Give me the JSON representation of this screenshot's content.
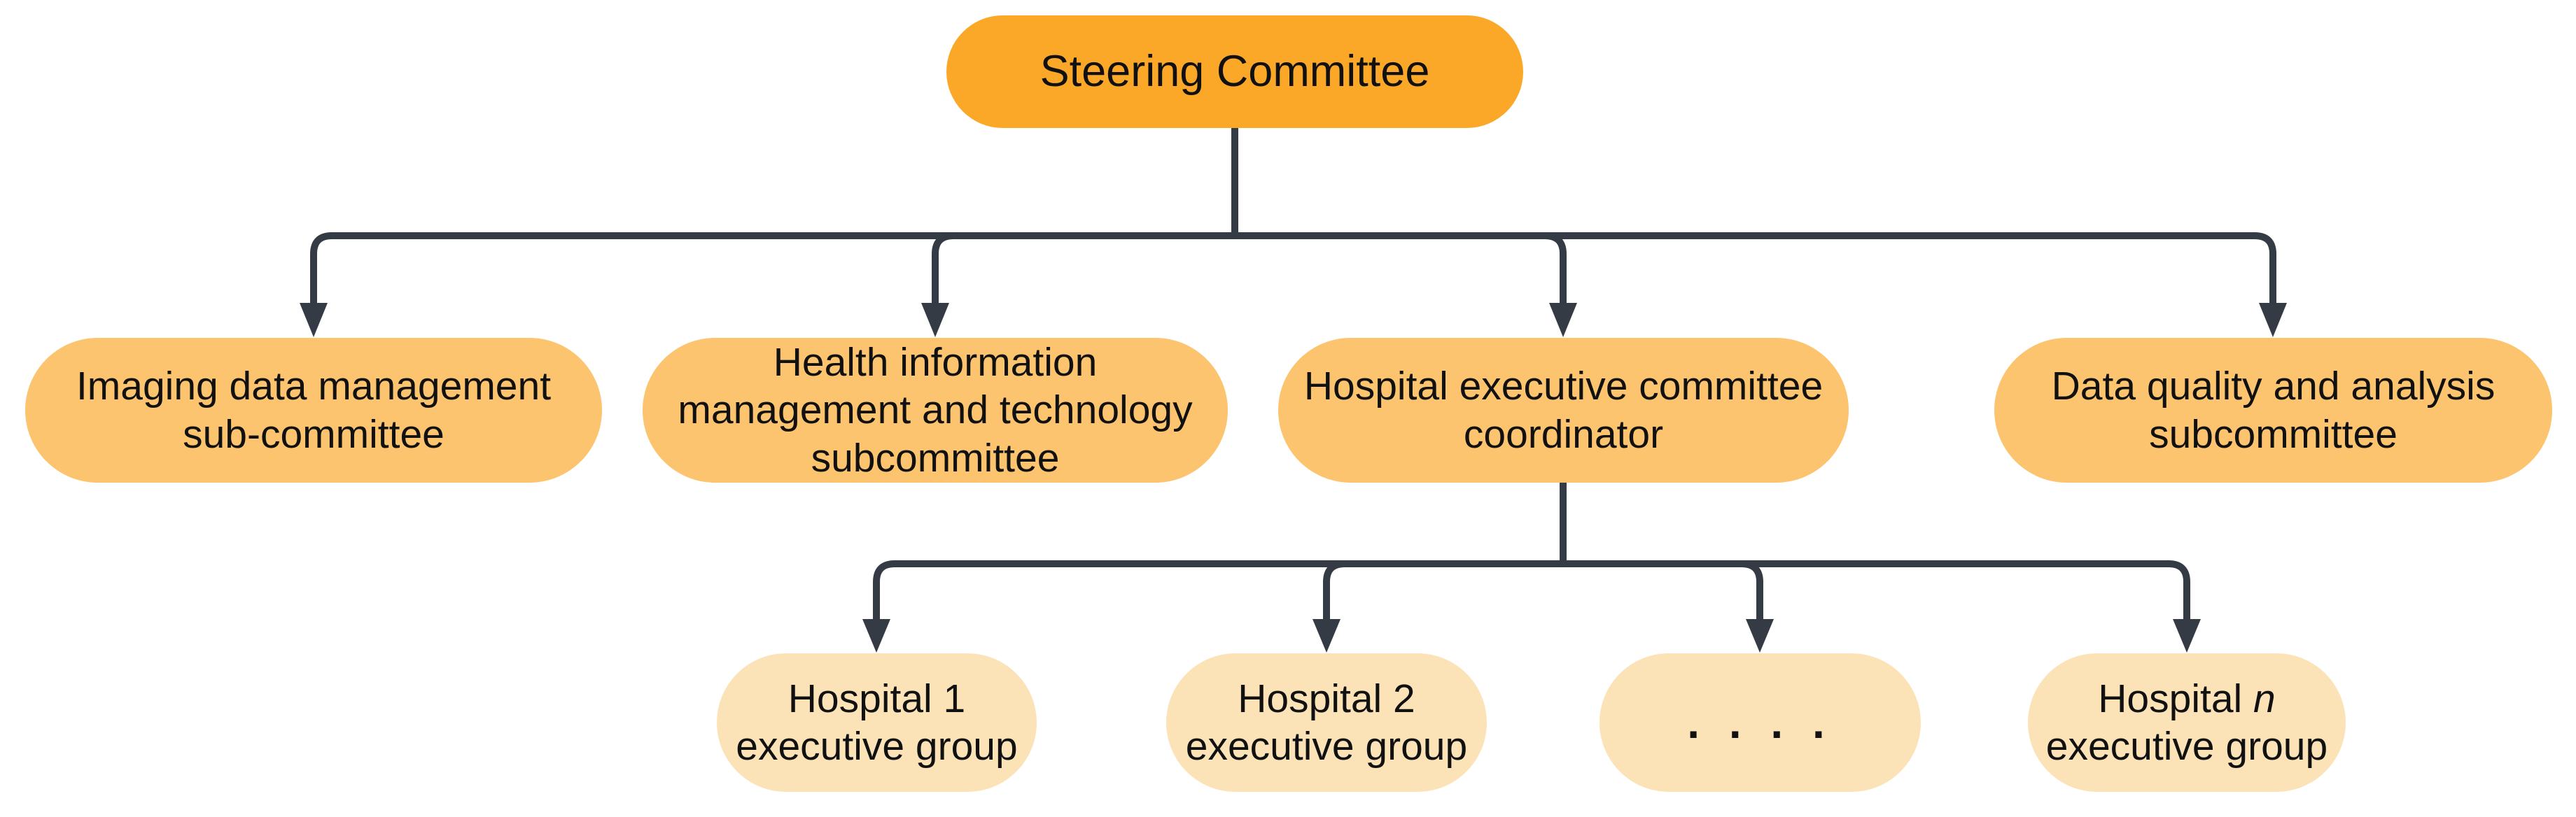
{
  "colors": {
    "level1": "#FBA828",
    "level2": "#FCC46E",
    "level3": "#FCE3B7",
    "line": "#353B44",
    "text": "#111111",
    "background": "#FFFFFF"
  },
  "nodes": {
    "steering": {
      "lines": [
        "Steering Committee"
      ]
    },
    "imaging": {
      "lines": [
        "Imaging data management",
        "sub-committee"
      ]
    },
    "health": {
      "lines": [
        "Health information",
        "management and technology",
        "subcommittee"
      ]
    },
    "coordinator": {
      "lines": [
        "Hospital executive committee",
        "coordinator"
      ]
    },
    "quality": {
      "lines": [
        "Data quality and analysis",
        "subcommittee"
      ]
    },
    "hospital1": {
      "lines": [
        "Hospital 1",
        "executive group"
      ]
    },
    "hospital2": {
      "lines": [
        "Hospital 2",
        "executive group"
      ]
    },
    "ellipsis": {
      "lines": [
        ". . . ."
      ]
    },
    "hospitaln": {
      "prefix": "Hospital ",
      "italic_var": "n",
      "line2": "executive group"
    }
  }
}
